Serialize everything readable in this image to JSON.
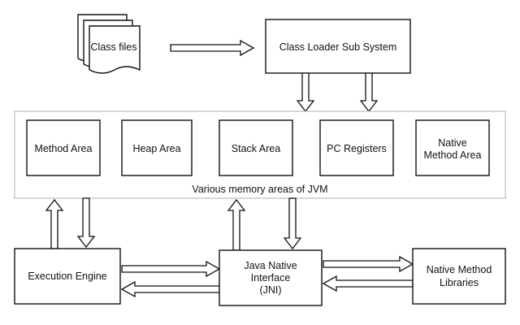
{
  "diagram": {
    "class_files": "Class files",
    "class_loader": "Class Loader Sub System",
    "memory_areas_caption": "Various memory areas of JVM",
    "memory_areas": [
      {
        "line1": "Method Area",
        "line2": ""
      },
      {
        "line1": "Heap Area",
        "line2": ""
      },
      {
        "line1": "Stack Area",
        "line2": ""
      },
      {
        "line1": "PC Registers",
        "line2": ""
      },
      {
        "line1": "Native",
        "line2": "Method Area"
      }
    ],
    "execution_engine": "Execution Engine",
    "jni": {
      "line1": "Java Native",
      "line2": "Interface",
      "line3": "(JNI)"
    },
    "native_libs": {
      "line1": "Native Method",
      "line2": "Libraries"
    },
    "colors": {
      "stroke": "#111111",
      "container_stroke": "#bdbdbd",
      "background": "#ffffff"
    }
  }
}
